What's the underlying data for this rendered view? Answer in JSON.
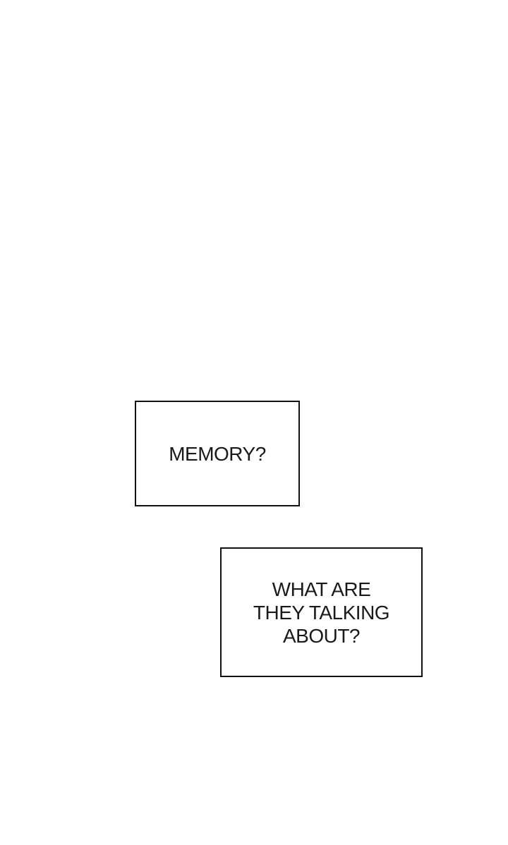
{
  "page": {
    "background_color": "#ffffff",
    "ink_color": "#1a1a1a",
    "border_color": "#111111"
  },
  "caption_boxes": [
    {
      "text": "MEMORY?",
      "lines": [
        "MEMORY?"
      ]
    },
    {
      "text": "WHAT ARE THEY TALKING ABOUT?",
      "lines": [
        "WHAT ARE",
        "THEY TALKING",
        "ABOUT?"
      ]
    }
  ]
}
